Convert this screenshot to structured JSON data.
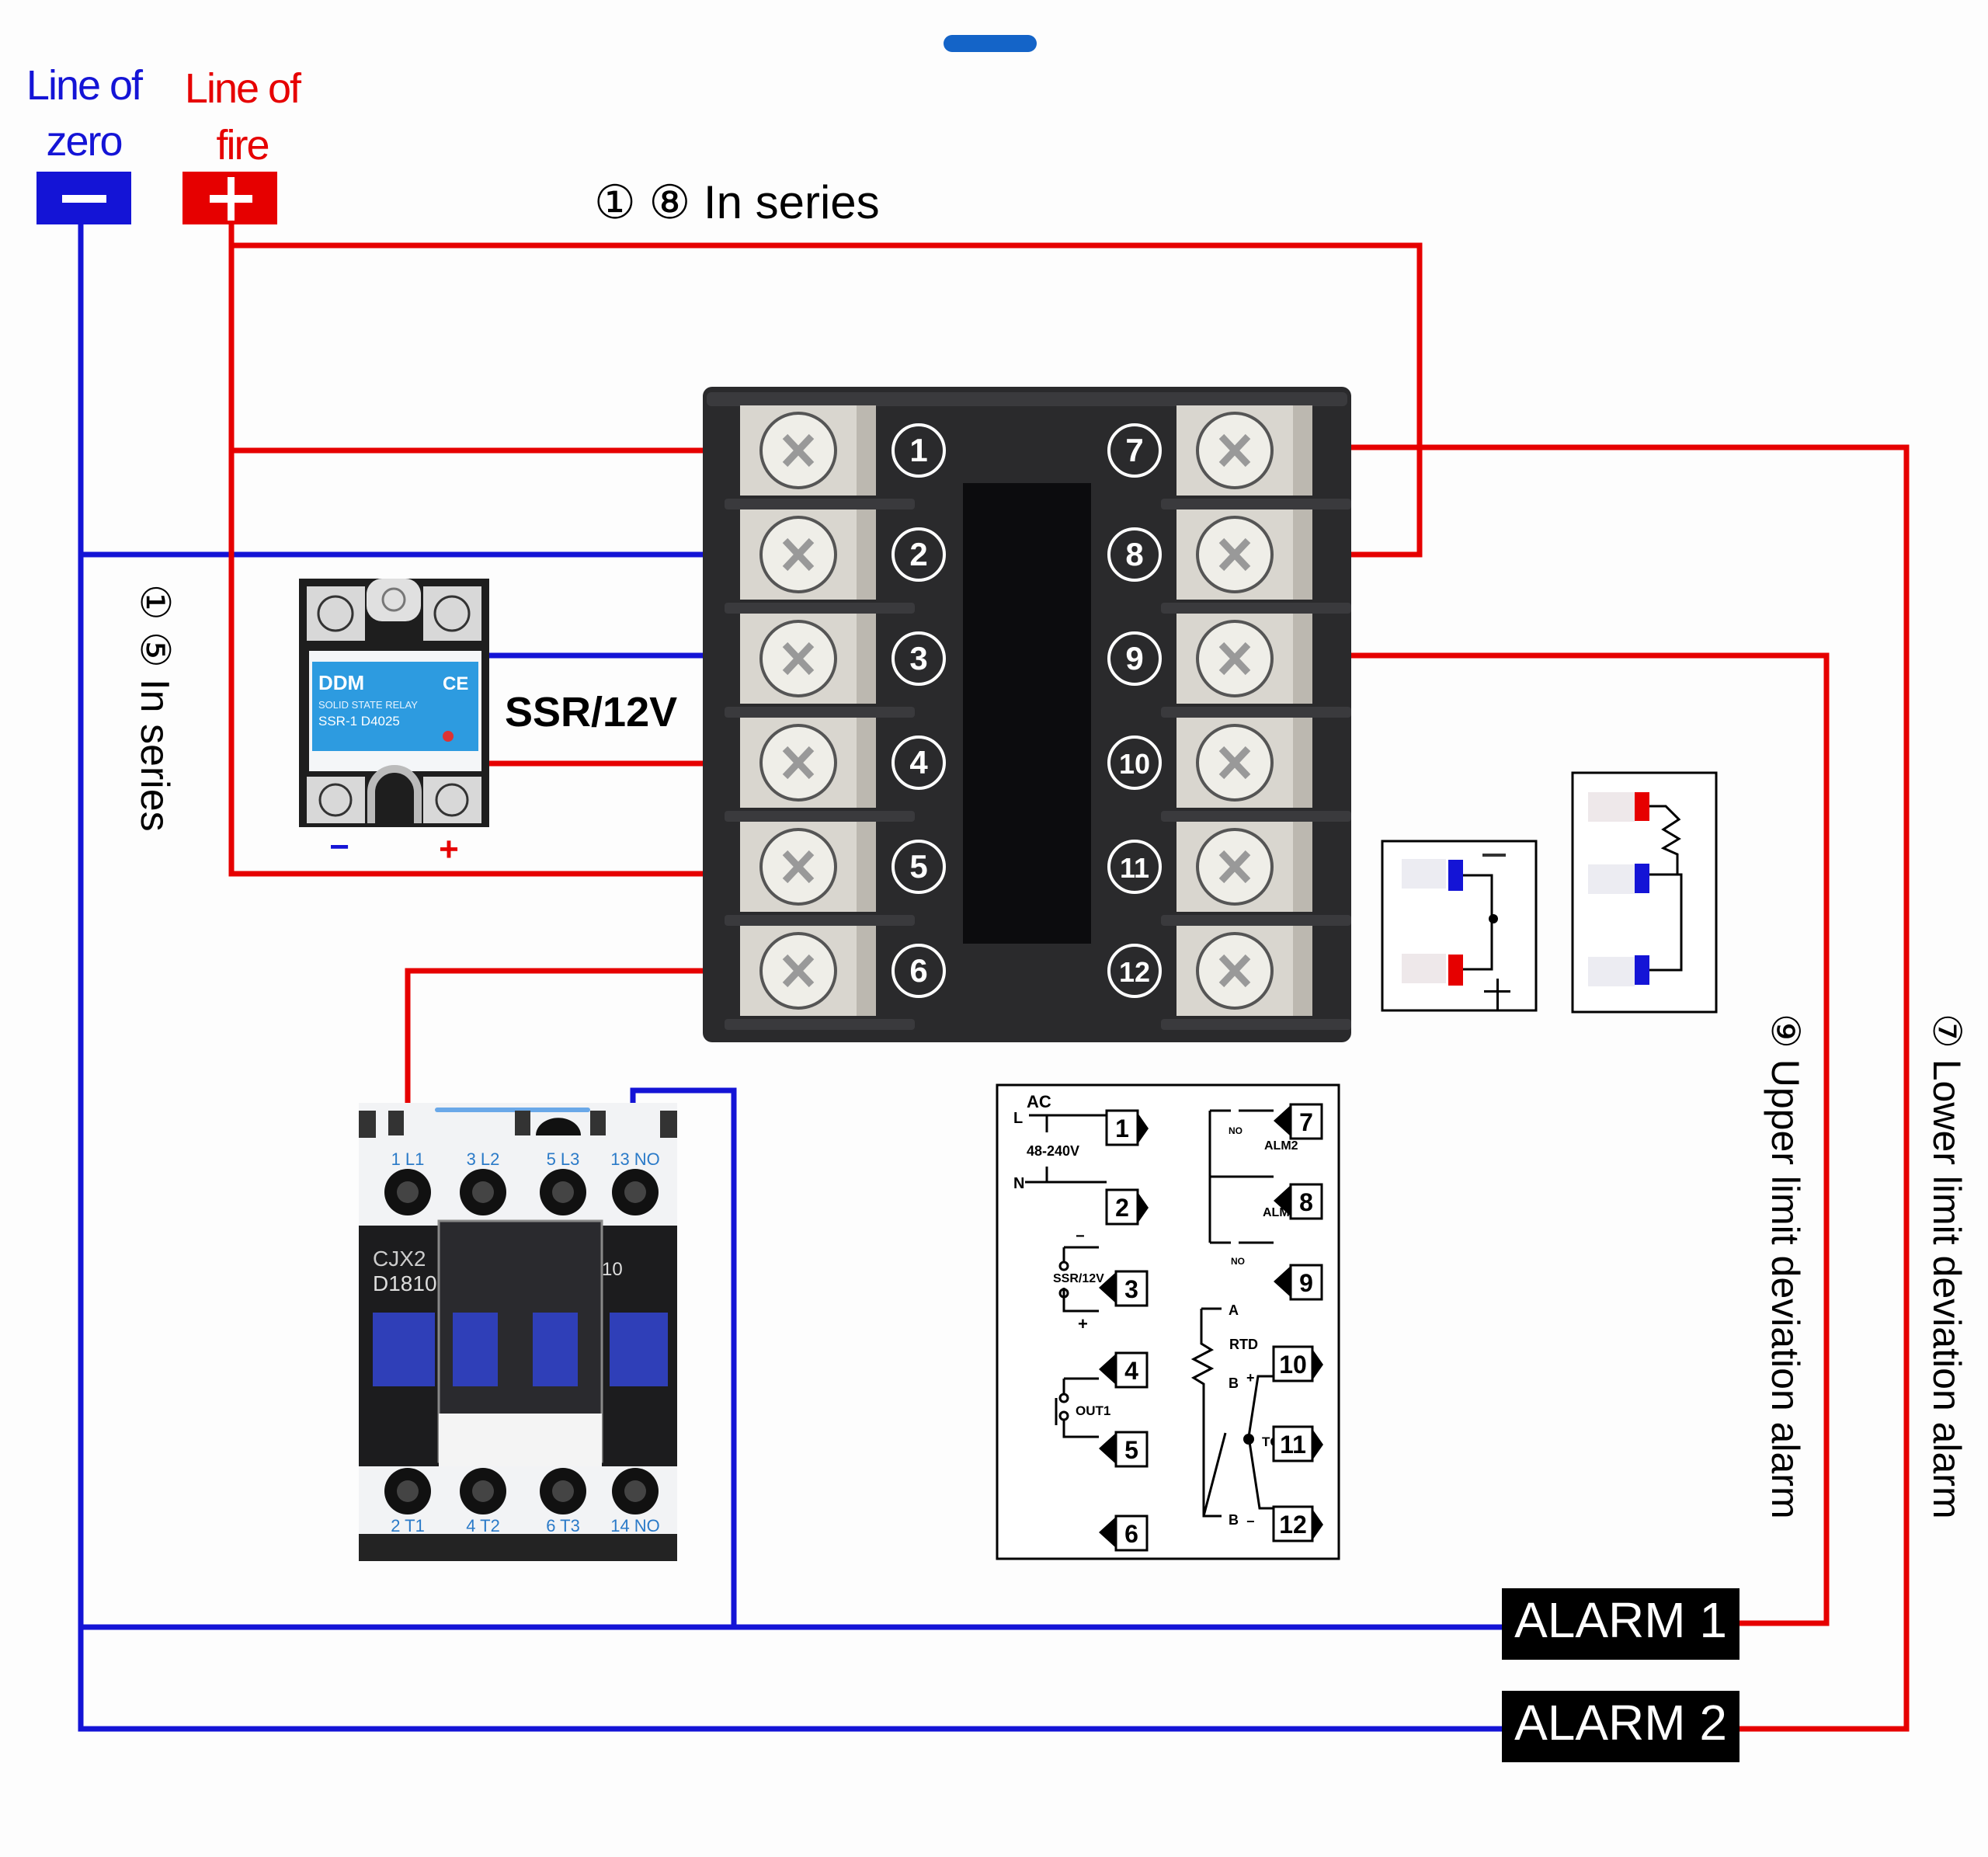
{
  "colors": {
    "live": "#e60000",
    "neutral": "#1414d6",
    "handle": "#1464c8",
    "controller_body": "#2a2a2c",
    "label_bg": "#000000"
  },
  "power": {
    "zero": {
      "label_line1": "Line of",
      "label_line2": "zero",
      "symbol": "−"
    },
    "fire": {
      "label_line1": "Line of",
      "label_line2": "fire",
      "symbol": "+"
    }
  },
  "annotations": {
    "series_1_8": "① ⑧ In series",
    "series_1_5": "① ⑤ In series",
    "ssr_label": "SSR/12V",
    "ssr_minus": "−",
    "ssr_plus": "+",
    "upper_alarm": "⑨ Upper limit deviation alarm",
    "lower_alarm": "⑦ Lower limit deviation alarm"
  },
  "controller": {
    "left_terminals": [
      "1",
      "2",
      "3",
      "4",
      "5",
      "6"
    ],
    "right_terminals": [
      "7",
      "8",
      "9",
      "10",
      "11",
      "12"
    ]
  },
  "ssr": {
    "brand": "DDM",
    "mark": "CE",
    "line2": "SOLID STATE RELAY",
    "model": "SSR-1 D4025"
  },
  "contactor": {
    "model_line1": "CJX2",
    "model_line2": "D1810",
    "side_mark": "10",
    "top_labels": [
      "1  L1",
      "3  L2",
      "5  L3",
      "13 NO"
    ],
    "bottom_labels": [
      "2  T1",
      "4  T2",
      "6  T3",
      "14 NO"
    ]
  },
  "alarms": [
    {
      "label": "ALARM 1"
    },
    {
      "label": "ALARM 2"
    }
  ],
  "schematic": {
    "ac": "AC",
    "l": "L",
    "n": "N",
    "voltage": "48-240V",
    "ssr": "SSR/12V",
    "ssr_minus": "−",
    "ssr_plus": "+",
    "out1": "OUT1",
    "alm2": "ALM2",
    "alm1": "ALM1",
    "no_top": "NO",
    "no_bottom": "NO",
    "rtd": "RTD",
    "tc": "TC",
    "a": "A",
    "b1": "B",
    "b2": "B",
    "tc_plus": "+",
    "tc_minus": "−",
    "terminals": [
      "1",
      "2",
      "3",
      "4",
      "5",
      "6",
      "7",
      "8",
      "9",
      "10",
      "11",
      "12"
    ]
  },
  "sensor_box_1": {
    "minus": "−",
    "plus": "+"
  }
}
